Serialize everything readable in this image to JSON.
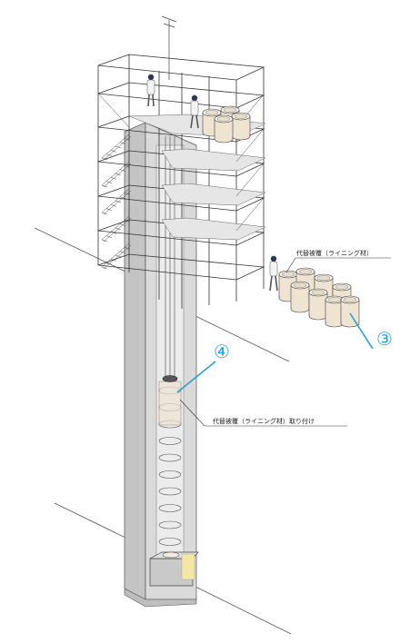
{
  "labels": {
    "lining_stock": "代替被覆（ライニング材）",
    "lining_install": "代替被覆（ライニング材）取り付け"
  },
  "markers": {
    "three": "③",
    "four": "④"
  },
  "colors": {
    "accent": "#2a9fd6",
    "shaft": "#d4d4d4",
    "cylinder": "#efe3d2",
    "highlight": "#f3e7a1"
  }
}
